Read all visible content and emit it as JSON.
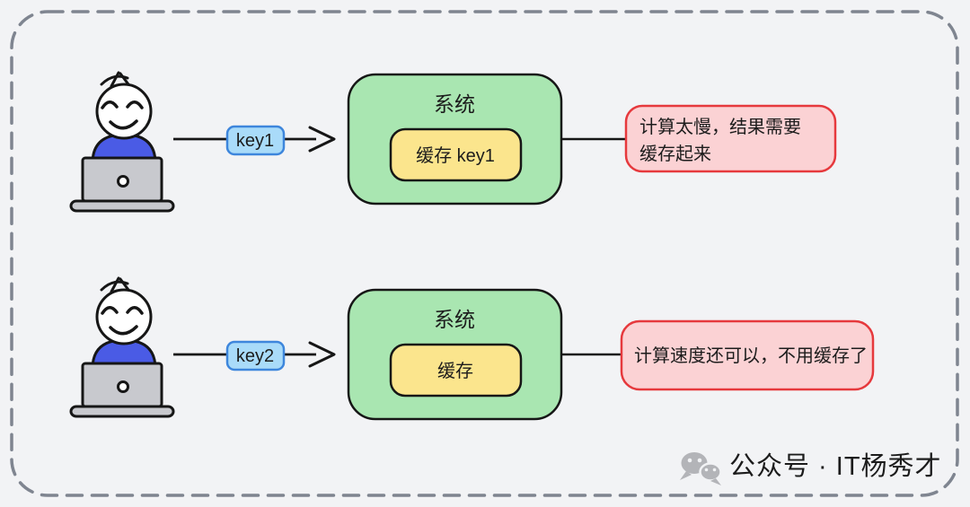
{
  "rows": [
    {
      "key_label": "key1",
      "system_title": "系统",
      "cache_label": "缓存 key1",
      "note_line1": "计算太慢，结果需要",
      "note_line2": "缓存起来"
    },
    {
      "key_label": "key2",
      "system_title": "系统",
      "cache_label": "缓存",
      "note_line1": "计算速度还可以，不用缓存了"
    }
  ],
  "watermark": {
    "label": "公众号 · IT杨秀才",
    "icon": "wechat-icon"
  },
  "colors": {
    "background": "#F2F3F5",
    "dashed_border": "#7F8590",
    "outline": "#161616",
    "system_fill": "#A9E6B1",
    "cache_fill": "#FBE58D",
    "note_fill": "#FBD2D4",
    "note_border": "#E6393D",
    "key_fill": "#A9DBF9",
    "key_border": "#3E86DC",
    "shirt": "#4A5BE5",
    "laptop": "#C8C9CE",
    "watermark_gray": "#B3B4B8"
  }
}
